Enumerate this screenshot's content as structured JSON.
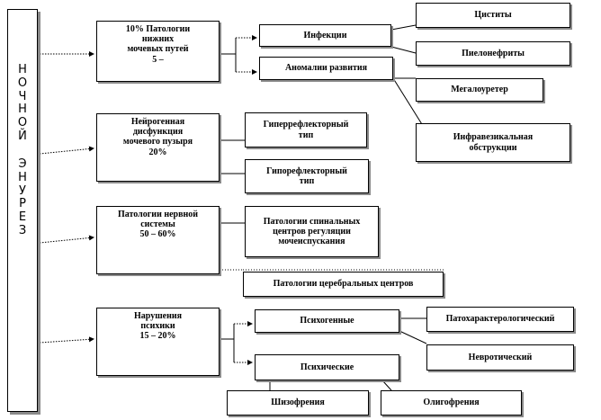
{
  "main": {
    "word1": "НОЧНОЙ",
    "word2": "ЭНУРЕЗ"
  },
  "nodes": {
    "lower_tract": "10% Патологии\nнижних\nмочевых путей\n5 –",
    "infection": "Инфекции",
    "cystitis": "Циститы",
    "pyelonephritis": "Пиелонефриты",
    "anomalies": "Аномалии развития",
    "megaureter": "Мегалоуретер",
    "infravesical": "Инфравезикальная\nобструкции",
    "neurogenic": "Нейрогенная\nдисфункция\nмочевого пузыря\n20%",
    "hyperreflex": "Гиперрефлекторный\nтип",
    "hyporeflex": "Гипорефлекторный\nтип",
    "nervous": "Патологии нервной\nсистемы\n50 – 60%",
    "spinal": "Патологии спинальных\nцентров регуляции\nмочеиспускания",
    "cerebral": "Патологии церебральных центров",
    "psyche": "Нарушения\nпсихики\n15 – 20%",
    "psychogenic": "Психогенные",
    "pathocharacter": "Патохарактерологический",
    "psychic": "Психические",
    "neurotic": "Невротический",
    "schizophrenia": "Шизофрения",
    "oligophrenia": "Олигофрения"
  }
}
